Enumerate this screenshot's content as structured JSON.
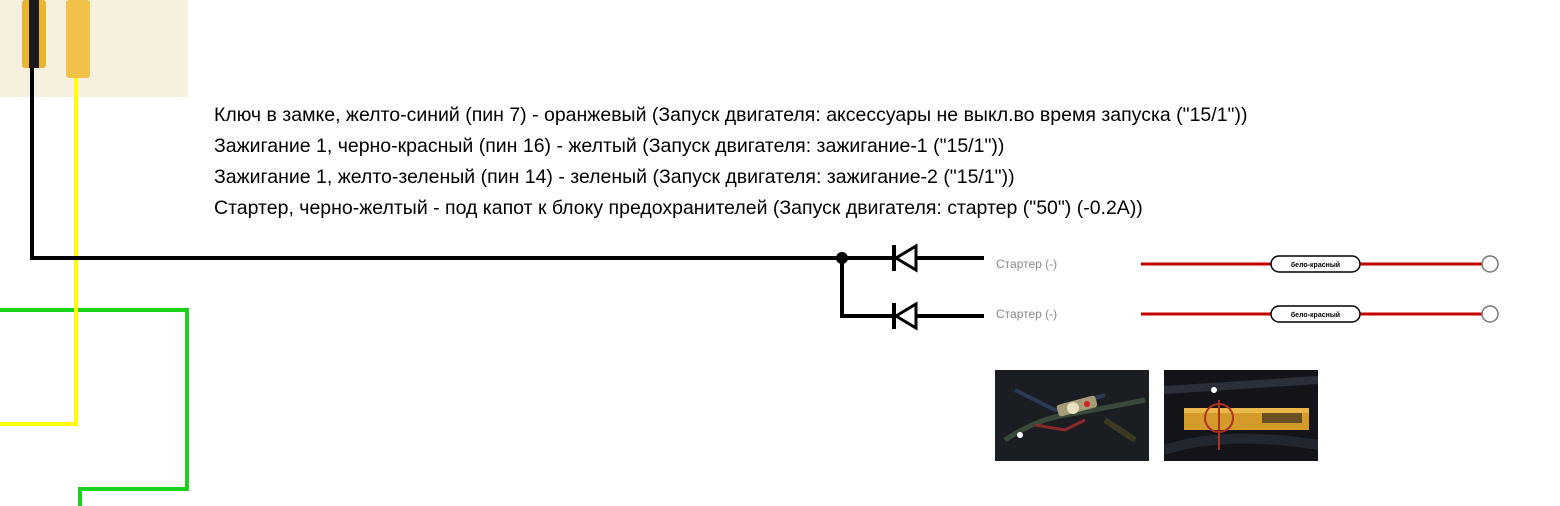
{
  "notes": [
    "Ключ в замке, желто-синий (пин 7) - оранжевый (Запуск двигателя: аксессуары не выкл.во время запуска (\"15/1\"))",
    "Зажигание 1, черно-красный (пин 16) - желтый (Запуск двигателя: зажигание-1 (\"15/1\"))",
    "Зажигание 1, желто-зеленый (пин 14) - зеленый (Запуск двигателя: зажигание-2 (\"15/1\"))",
    "Стартер, черно-желтый - под капот к блоку предохранителей (Запуск двигателя: стартер (\"50\") (-0.2A))"
  ],
  "outputs": [
    {
      "label": "Стартер (-)",
      "tag": "бело-красный"
    },
    {
      "label": "Стартер (-)",
      "tag": "бело-красный"
    }
  ],
  "colors": {
    "black_wire": "#000000",
    "yellow_wire": "#ffff00",
    "green_wire": "#19d219",
    "red_wire": "#c40000",
    "connector_bg": "#f8f0de",
    "connector_yellow": "#f0c24a"
  },
  "photos": [
    {
      "icon": "wiring-photo-1"
    },
    {
      "icon": "wiring-photo-2"
    }
  ]
}
